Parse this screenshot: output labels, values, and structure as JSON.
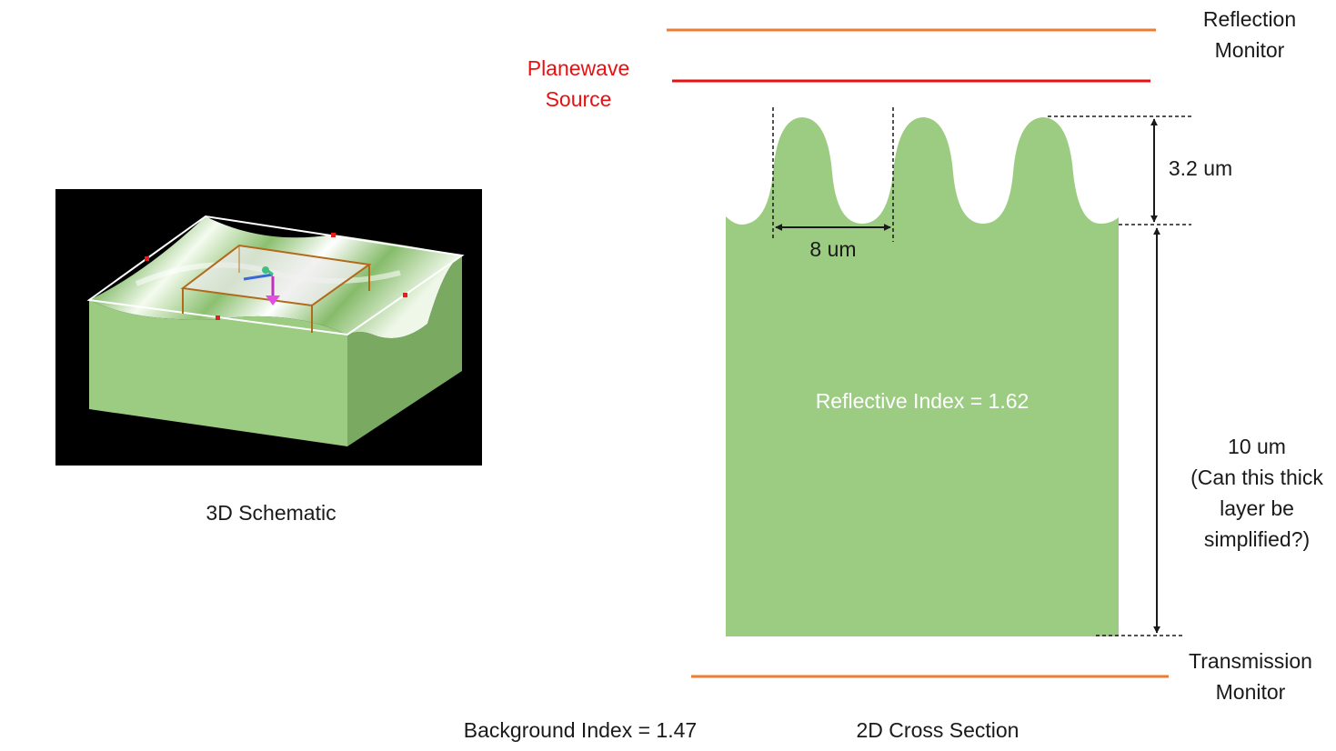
{
  "colors": {
    "green": "#9bcc82",
    "green_side": "#7aaa62",
    "source_red": "#e81010",
    "monitor_orange": "#ed7d31",
    "dark": "#1a1a1a",
    "black_bg": "#000000",
    "white": "#ffffff",
    "brown": "#b06a1a",
    "marker_red": "#e02020"
  },
  "schematic_3d": {
    "caption": "3D Schematic"
  },
  "cross_section_2d": {
    "caption": "2D Cross Section",
    "reflection_monitor": {
      "line1": "Reflection",
      "line2": "Monitor"
    },
    "planewave_source": {
      "line1": "Planewave",
      "line2": "Source"
    },
    "transmission_monitor": {
      "line1": "Transmission",
      "line2": "Monitor"
    },
    "material_label": "Reflective Index = 1.62",
    "period_label": "8 um",
    "grating_height_label": "3.2 um",
    "layer_thickness": {
      "line1": "10 um",
      "line2": "(Can this thick",
      "line3": "layer be",
      "line4": "simplified?)"
    }
  },
  "background_index_label": "Background Index = 1.47"
}
